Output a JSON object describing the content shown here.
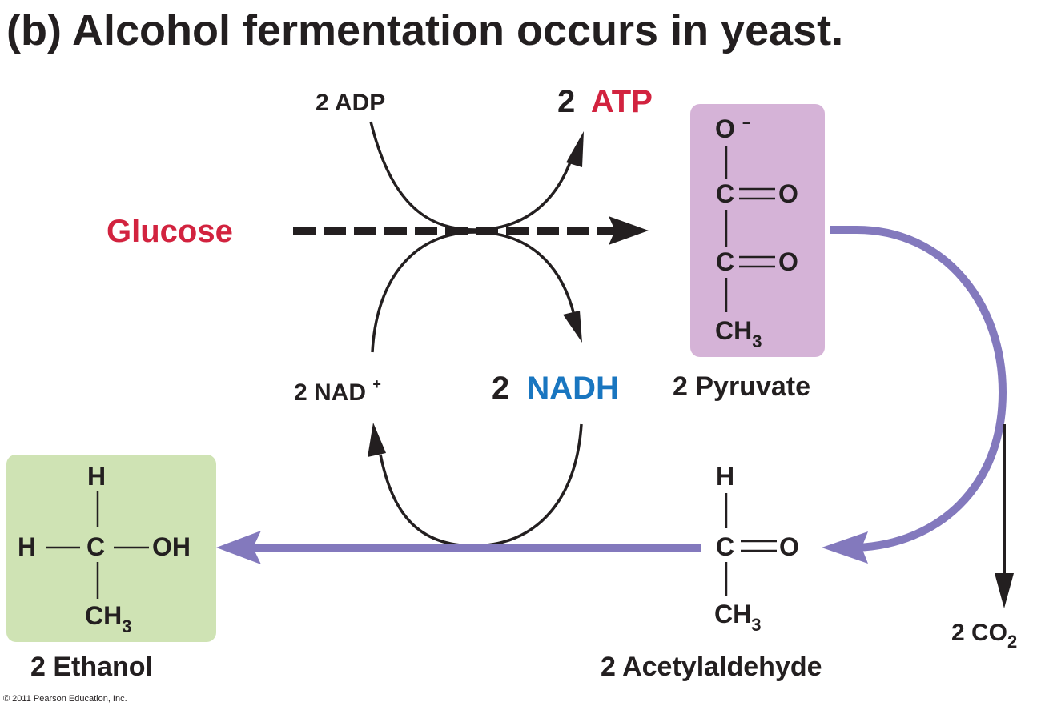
{
  "title": "(b) Alcohol fermentation occurs in yeast.",
  "colors": {
    "glucose": "#d2233f",
    "atp": "#d2233f",
    "nadh": "#1976c0",
    "pyruvate_box": "#d5b3d7",
    "ethanol_box": "#cfe3b4",
    "purple_arrow": "#8379bd",
    "ink": "#231f20"
  },
  "labels": {
    "adp_prefix": "2 ADP",
    "atp_count": "2",
    "atp": "ATP",
    "glucose": "Glucose",
    "nad_prefix": "2 NAD",
    "nad_charge": "+",
    "nadh_count": "2",
    "nadh": "NADH",
    "pyruvate": "2 Pyruvate",
    "co2_prefix": "2 CO",
    "co2_sub": "2",
    "acetaldehyde": "2 Acetylaldehyde",
    "ethanol": "2 Ethanol"
  },
  "pyruvate_structure": {
    "o_top": "O",
    "o_charge": "−",
    "c1": "C",
    "o1": "O",
    "c2": "C",
    "o2": "O",
    "ch3": "CH",
    "ch3_sub": "3"
  },
  "acetaldehyde_structure": {
    "h": "H",
    "c": "C",
    "o": "O",
    "ch3": "CH",
    "ch3_sub": "3"
  },
  "ethanol_structure": {
    "h_top": "H",
    "h_left": "H",
    "c": "C",
    "oh": "OH",
    "ch3": "CH",
    "ch3_sub": "3"
  },
  "copyright": "© 2011 Pearson Education, Inc."
}
